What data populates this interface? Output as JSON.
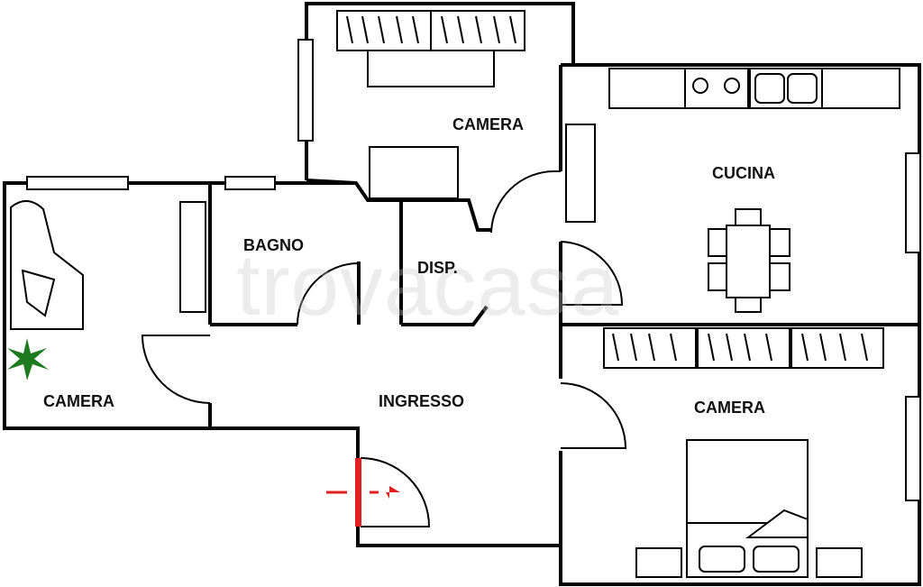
{
  "rooms": {
    "camera_top": "CAMERA",
    "cucina": "CUCINA",
    "bagno": "BAGNO",
    "disp": "DISP.",
    "camera_left": "CAMERA",
    "ingresso": "INGRESSO",
    "camera_right": "CAMERA"
  },
  "watermark": "trovacasa",
  "colors": {
    "wall": "#000000",
    "entrance": "#e02020",
    "plant": "#1e7a1e"
  }
}
